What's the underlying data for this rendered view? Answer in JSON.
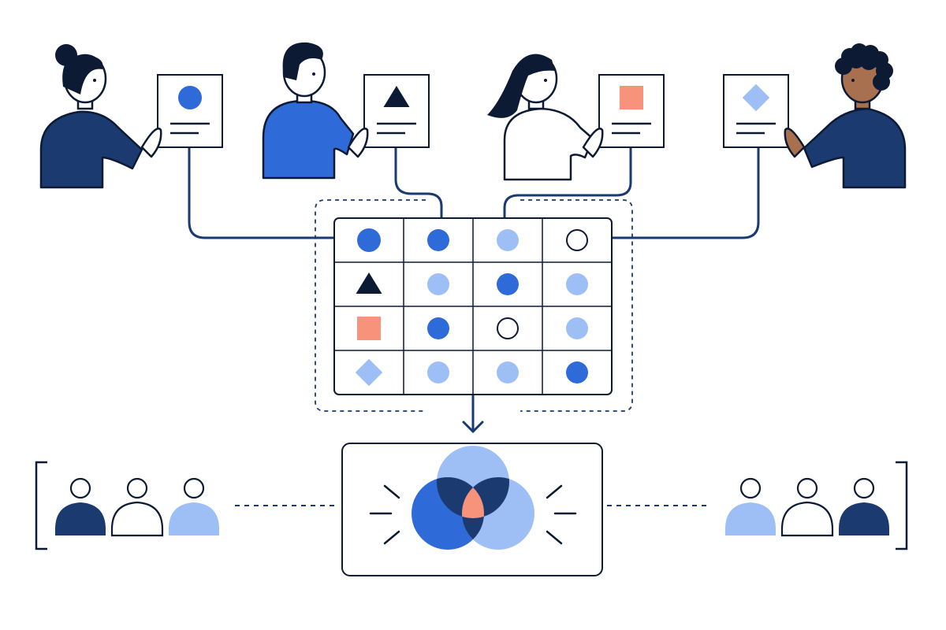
{
  "palette": {
    "navy": "#1b3a70",
    "blue": "#2f6bd8",
    "light_blue": "#9dbff5",
    "coral": "#f7937b",
    "dark_ink": "#0c1a33",
    "skin_light": "#ffffff",
    "skin_dark": "#a8704f",
    "background": "#ffffff"
  },
  "people": [
    {
      "name": "person-1",
      "shape": "circle",
      "shape_color": "blue",
      "shirt": "navy",
      "skin": "skin_light",
      "hair": "bun"
    },
    {
      "name": "person-2",
      "shape": "triangle",
      "shape_color": "dark_ink",
      "shirt": "blue",
      "skin": "skin_light",
      "hair": "short"
    },
    {
      "name": "person-3",
      "shape": "square",
      "shape_color": "coral",
      "shirt": "white",
      "skin": "skin_light",
      "hair": "long"
    },
    {
      "name": "person-4",
      "shape": "diamond",
      "shape_color": "light_blue",
      "shirt": "navy",
      "skin": "skin_dark",
      "hair": "curly"
    }
  ],
  "matrix": {
    "rows": [
      [
        "circle-blue",
        "dot-blue",
        "dot-light",
        "dot-empty"
      ],
      [
        "triangle-dark",
        "dot-light",
        "dot-blue",
        "dot-light"
      ],
      [
        "square-coral",
        "dot-blue",
        "dot-empty",
        "dot-light"
      ],
      [
        "diamond-light",
        "dot-light",
        "dot-light",
        "dot-blue"
      ]
    ]
  },
  "groups": {
    "left": [
      "navy",
      "outline",
      "light_blue"
    ],
    "right": [
      "light_blue",
      "outline",
      "navy"
    ]
  },
  "venn": {
    "circles": [
      "light_blue",
      "blue",
      "light_blue"
    ],
    "overlap": "navy",
    "center": "coral"
  }
}
